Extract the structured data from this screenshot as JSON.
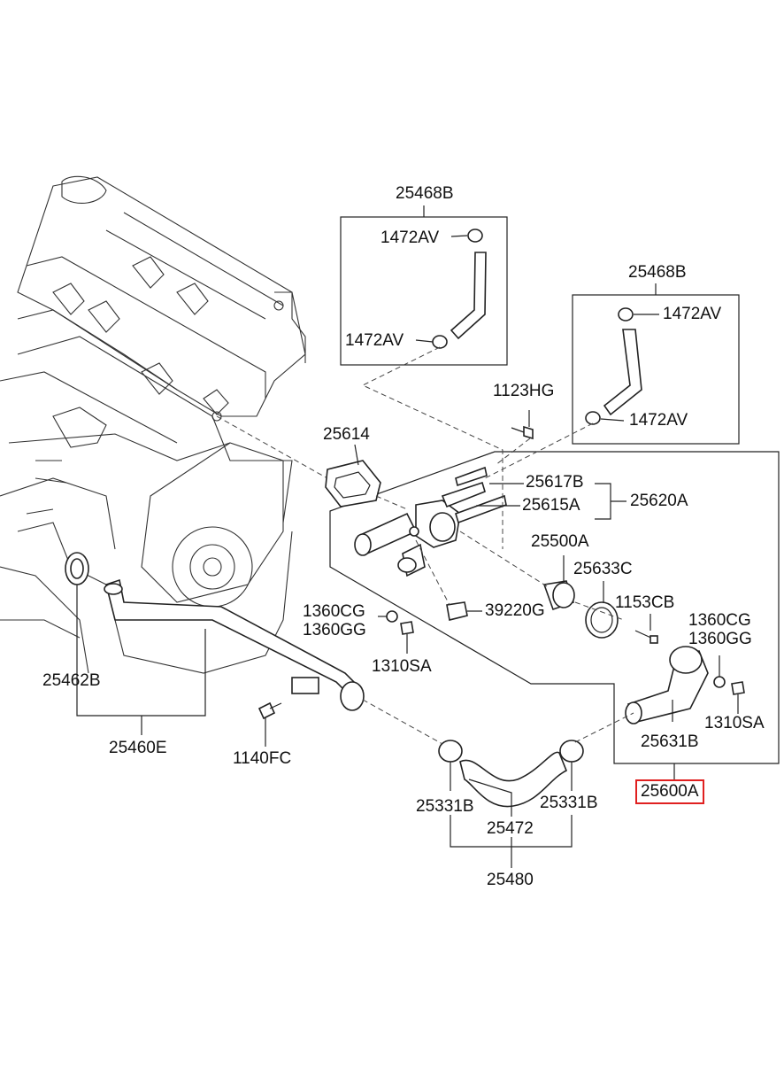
{
  "labels": {
    "hose_assy_top": "25468B",
    "clamp_a1": "1472AV",
    "clamp_a2": "1472AV",
    "hose_assy_right": "25468B",
    "clamp_b1": "1472AV",
    "clamp_b2": "1472AV",
    "bolt_1123hg": "1123HG",
    "gasket_25614": "25614",
    "pipe_25617b": "25617B",
    "pipe_25615a": "25615A",
    "housing_25620a": "25620A",
    "thermostat_25500a": "25500A",
    "gasket_25633c": "25633C",
    "stud_1153cb": "1153CB",
    "washer_1360cg_left": "1360CG",
    "washer_1360gg_left": "1360GG",
    "nut_1310sa_left": "1310SA",
    "sensor_39220g": "39220G",
    "washer_1360cg_right": "1360CG",
    "washer_1360gg_right": "1360GG",
    "nut_1310sa_right": "1310SA",
    "pipe_25631b": "25631B",
    "fitting_assy_25600a": "25600A",
    "oring_25462b": "25462B",
    "pipe_assy_25460e": "25460E",
    "bolt_1140fc": "1140FC",
    "clamp_25331b_left": "25331B",
    "clamp_25331b_right": "25331B",
    "hose_25472": "25472",
    "hose_assy_25480": "25480"
  },
  "colors": {
    "highlight": "#e02020",
    "line": "#222222"
  }
}
